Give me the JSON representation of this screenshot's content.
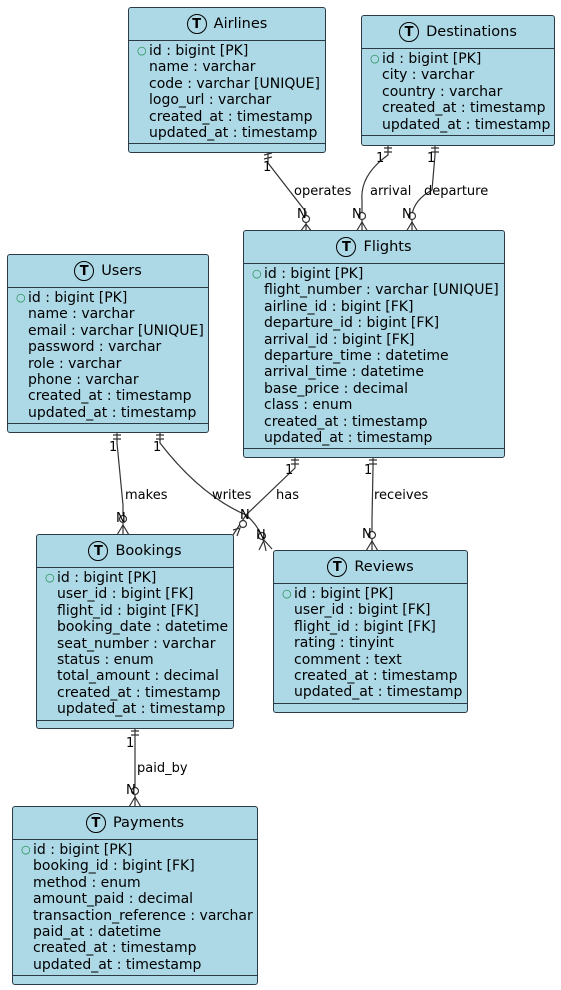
{
  "entities": {
    "airlines": {
      "name": "Airlines",
      "icon": "T",
      "fields": [
        "id : bigint [PK]",
        "name : varchar",
        "code : varchar [UNIQUE]",
        "logo_url : varchar",
        "created_at : timestamp",
        "updated_at : timestamp"
      ]
    },
    "destinations": {
      "name": "Destinations",
      "icon": "T",
      "fields": [
        "id : bigint [PK]",
        "city : varchar",
        "country : varchar",
        "created_at : timestamp",
        "updated_at : timestamp"
      ]
    },
    "users": {
      "name": "Users",
      "icon": "T",
      "fields": [
        "id : bigint [PK]",
        "name : varchar",
        "email : varchar [UNIQUE]",
        "password : varchar",
        "role : varchar",
        "phone : varchar",
        "created_at : timestamp",
        "updated_at : timestamp"
      ]
    },
    "flights": {
      "name": "Flights",
      "icon": "T",
      "fields": [
        "id : bigint [PK]",
        "flight_number : varchar [UNIQUE]",
        "airline_id : bigint [FK]",
        "departure_id : bigint [FK]",
        "arrival_id : bigint [FK]",
        "departure_time : datetime",
        "arrival_time : datetime",
        "base_price : decimal",
        "class : enum",
        "created_at : timestamp",
        "updated_at : timestamp"
      ]
    },
    "bookings": {
      "name": "Bookings",
      "icon": "T",
      "fields": [
        "id : bigint [PK]",
        "user_id : bigint [FK]",
        "flight_id : bigint [FK]",
        "booking_date : datetime",
        "seat_number : varchar",
        "status : enum",
        "total_amount : decimal",
        "created_at : timestamp",
        "updated_at : timestamp"
      ]
    },
    "reviews": {
      "name": "Reviews",
      "icon": "T",
      "fields": [
        "id : bigint [PK]",
        "user_id : bigint [FK]",
        "flight_id : bigint [FK]",
        "rating : tinyint",
        "comment : text",
        "created_at : timestamp",
        "updated_at : timestamp"
      ]
    },
    "payments": {
      "name": "Payments",
      "icon": "T",
      "fields": [
        "id : bigint [PK]",
        "booking_id : bigint [FK]",
        "method : enum",
        "amount_paid : decimal",
        "transaction_reference : varchar",
        "paid_at : datetime",
        "created_at : timestamp",
        "updated_at : timestamp"
      ]
    }
  },
  "relationships": [
    {
      "id": "operates",
      "label": "operates",
      "from": "Airlines",
      "to": "Flights",
      "from_card": "1",
      "to_card": "N"
    },
    {
      "id": "arrival",
      "label": "arrival",
      "from": "Destinations",
      "to": "Flights",
      "from_card": "1",
      "to_card": "N"
    },
    {
      "id": "departure",
      "label": "departure",
      "from": "Destinations",
      "to": "Flights",
      "from_card": "1",
      "to_card": "N"
    },
    {
      "id": "makes",
      "label": "makes",
      "from": "Users",
      "to": "Bookings",
      "from_card": "1",
      "to_card": "N"
    },
    {
      "id": "writes",
      "label": "writes",
      "from": "Users",
      "to": "Reviews",
      "from_card": "1",
      "to_card": "N"
    },
    {
      "id": "has",
      "label": "has",
      "from": "Flights",
      "to": "Bookings",
      "from_card": "1",
      "to_card": "N"
    },
    {
      "id": "receives",
      "label": "receives",
      "from": "Flights",
      "to": "Reviews",
      "from_card": "1",
      "to_card": "N"
    },
    {
      "id": "paid_by",
      "label": "paid_by",
      "from": "Bookings",
      "to": "Payments",
      "from_card": "1",
      "to_card": "N"
    }
  ],
  "colors": {
    "entity_fill": "#ADD8E6",
    "border": "#2b3a44",
    "pk_marker": "#1a8c4a"
  }
}
